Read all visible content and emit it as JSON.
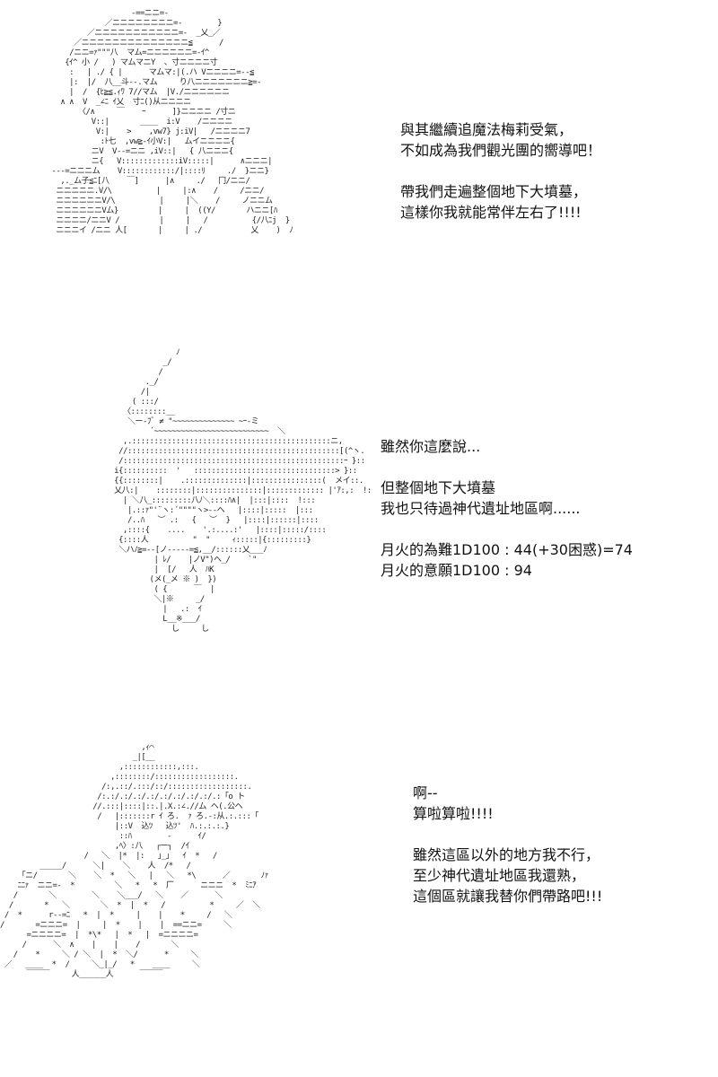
{
  "panels": [
    {
      "art_name": "character-one-ascii-art",
      "art": "                        -==ニニ=-\n                  ／ニニニニニニニニ=-        }\n              ／ニニニニニニニニニニニ=-  _乂_／\n           ／ニニニニニニニニニニニニニニ≦      /\n          /ニニ=ｧ\"\"\"八  マム=ニニニニニニ=-ｲ^\n         {ｲ^ 小 /   ) マムマニY  、寸ニニニニ寸\n          :   | ./ { |      マムマ:|(.ハ Vニニニニ=--≦\n          |:  |/  八__斗--.マム     り八ニニニニニニニ≧=-\n          |  /  {ﾋ≧≦.ｨﾜ 7//マム  |V./ニニニニニニ\n        ∧ ∧  V  _∠ﾆ ｲ乂  寸ﾆ()从ニニニニ\n            〈/∧     ￣    ｰ      ]}ニニニニ /寸ニ\n               V::|       ____  i:V    /ニニニニ\n                V:|    >    ,vw7} j:iV|   /ニニニニ7\n                 :ﾄ七  ,vw≧-ｲ小V:|   ムイニニニニ{\n               ニV  V--=ニニ ,iV::|   { 八ニニニ{\n               ニ{   V:::::::::::::iV:::::|      ∧ニニニ|\n      ---=ニニニム    V::::::::::::/|::::ﾘ     ./  }ニニ}\n        ,._ム子≦ﾆ[八    ￣]      |∧     ./   冂/ニニ/\n       ニニニニニ.V/\\          |     |:∧    /     /ニニ/\n       ニニニニニニV/\\          |     |＼    /     ノニニム\n       ニニニニニニVム}         |     |  ((Y/       ハニニ[ﾊ\n       ニニニニ/ニニV /         |     |   /          {/八ﾆj  }\n       ニニニイ /ニニ 人[       |     | ./           乂    )  ﾉ",
      "lines": [
        "與其繼續追魔法梅莉受氣，",
        "不如成為我們觀光團的嚮導吧！",
        "",
        "帶我們走遍整個地下大墳墓，",
        "這樣你我就能常伴左右了!!!!"
      ]
    },
    {
      "art_name": "character-two-ascii-art",
      "art": "                        ﾉ\n                     _/\n                    /\n                 ._/\n                /|\n              ( :::/\n            〈::::::::__\n             ＼ー-ﾌﾞ ≠ \"~~~~~~~~~~~~~~ ~ｰ-ミ\n                  ´~~~~~~~~~~~~~~~~~~~~~~~~~~  ＼\n            ,.:::::::::::::::::::::::::::::::::::::::::::::ニ,\n           //::::::::::::::::::::::::::::::::::::::::::::::::[(^ヽ.\n           /::::::::::::::::::::::::::::::::::::::::::::::::::ｰ }::\n          i{::::::::::  '   ::::::::::::::::::::::::::::::::> }::\n          {{::::::::|    .::::::::::::::|::::::::::::::::(  メイ::.\n          乂八:|    ::::::::|:::::::::::::::|::::::::::::: |'ｱ:,:  !:\n            | ＼八_:::::::::八ﾉ＼::::ﾊ∧|  |:::|::::  !:::\n             |.::ｧ\"'¨ヽ:´\"\"\"\"ヽ>-‐ヘ   |::::|:::::  |:::\n             /..ﾊ   ︶ .:   {   ︶  }   |::::|::::::|::::\n            ,::::{    ....    '.:....:'   |::::|:::::/::::\n           {::::人          \"  \"     ｨ:::::|{:::::::::}\n           ＼ハﾉ≧=--[ノ-----=≦,__/::::::乂___ﾉ\n                   | ﾚ/    |ノV\")ヘ_/    `\"\n                   |  [/   人  ﾊK\n                  (メ(_メ ※ )  })\n                   ( {      ￣  |\n                   ＼|※     _/\n                     |   .:  ｲ\n                     L__※___/\n                       し     し",
      "lines": [
        "雖然你這麼說...",
        "",
        "但整個地下大墳墓",
        "我也只待過神代遺址地區啊......",
        "",
        "月火的為難1D100 : 44(+30困惑)=74",
        "月火的意願1D100 : 94"
      ]
    },
    {
      "art_name": "character-three-ascii-art",
      "art": "                                ,ｨ⌒\n                              _|[__\n                           ,::::::::::::,:::.\n                         ,::::::::/::::::::::::::::::.\n                       /:,.::/.:::/::/::::::::::::::::::.\n                      /:.:/.:/.:/.:/.:/.:/.:/.:/.:「o ト\n                     //.:::|::::|::.|.X.:∠.//ム ヘ(.公ヘ\n                      /   |:::::::r ｲ ろ.  ｧ ろ.‐:从.:.:::「\n                          |::V  込ﾂ   込ﾂ'  ﾊ.:.:.:.}\n                           ::ﾊ        ‐      ｲ/\n                          ,ﾍ〉:八   ┌ー┐  /ｲ\n                   /   ＼  |*  |:   ｣_｣   ｲ  *   /\n         _____/      ＼|    ＼    人  /*   /\n    「ニ/       ＼    ＼  *   ＼   |   ＼   *\\      ／       ﾉｧ\n    ﾆﾆｧ  ニニ=-  *         ＼   *   *  厂      ニニニ  *  ﾐﾆｱ\n   /       ＼        ＼    ＼___/   ＼    ／      ＼\n  /       *   ＼       ＼  *  |  *   /          *     ／  ＼\n /  *      r--=ﾆ   *  |  *     |    |    *     /   ＼\n/       =ニニニ=  |     |  *    |    |  ==ニニ=     ＼\n      =ニニニニ=  |  *\\*   |  *   |  =ニニニニ=    \n     /      ＼  ∧    |    |    /       ＼\n   /    *     ＼ / ＼  |  *  ＼/      *     ＼\n ／   ____  *  /     ＼_|_/   *    ____     ＼\n      ￣￣￣     人______人      ￣￣￣    ",
      "lines": [
        "啊--",
        "算啦算啦!!!!",
        "",
        "雖然這區以外的地方我不行，",
        "至少神代遺址地區我還熟，",
        "這個區就讓我替你們帶路吧!!!"
      ]
    }
  ]
}
